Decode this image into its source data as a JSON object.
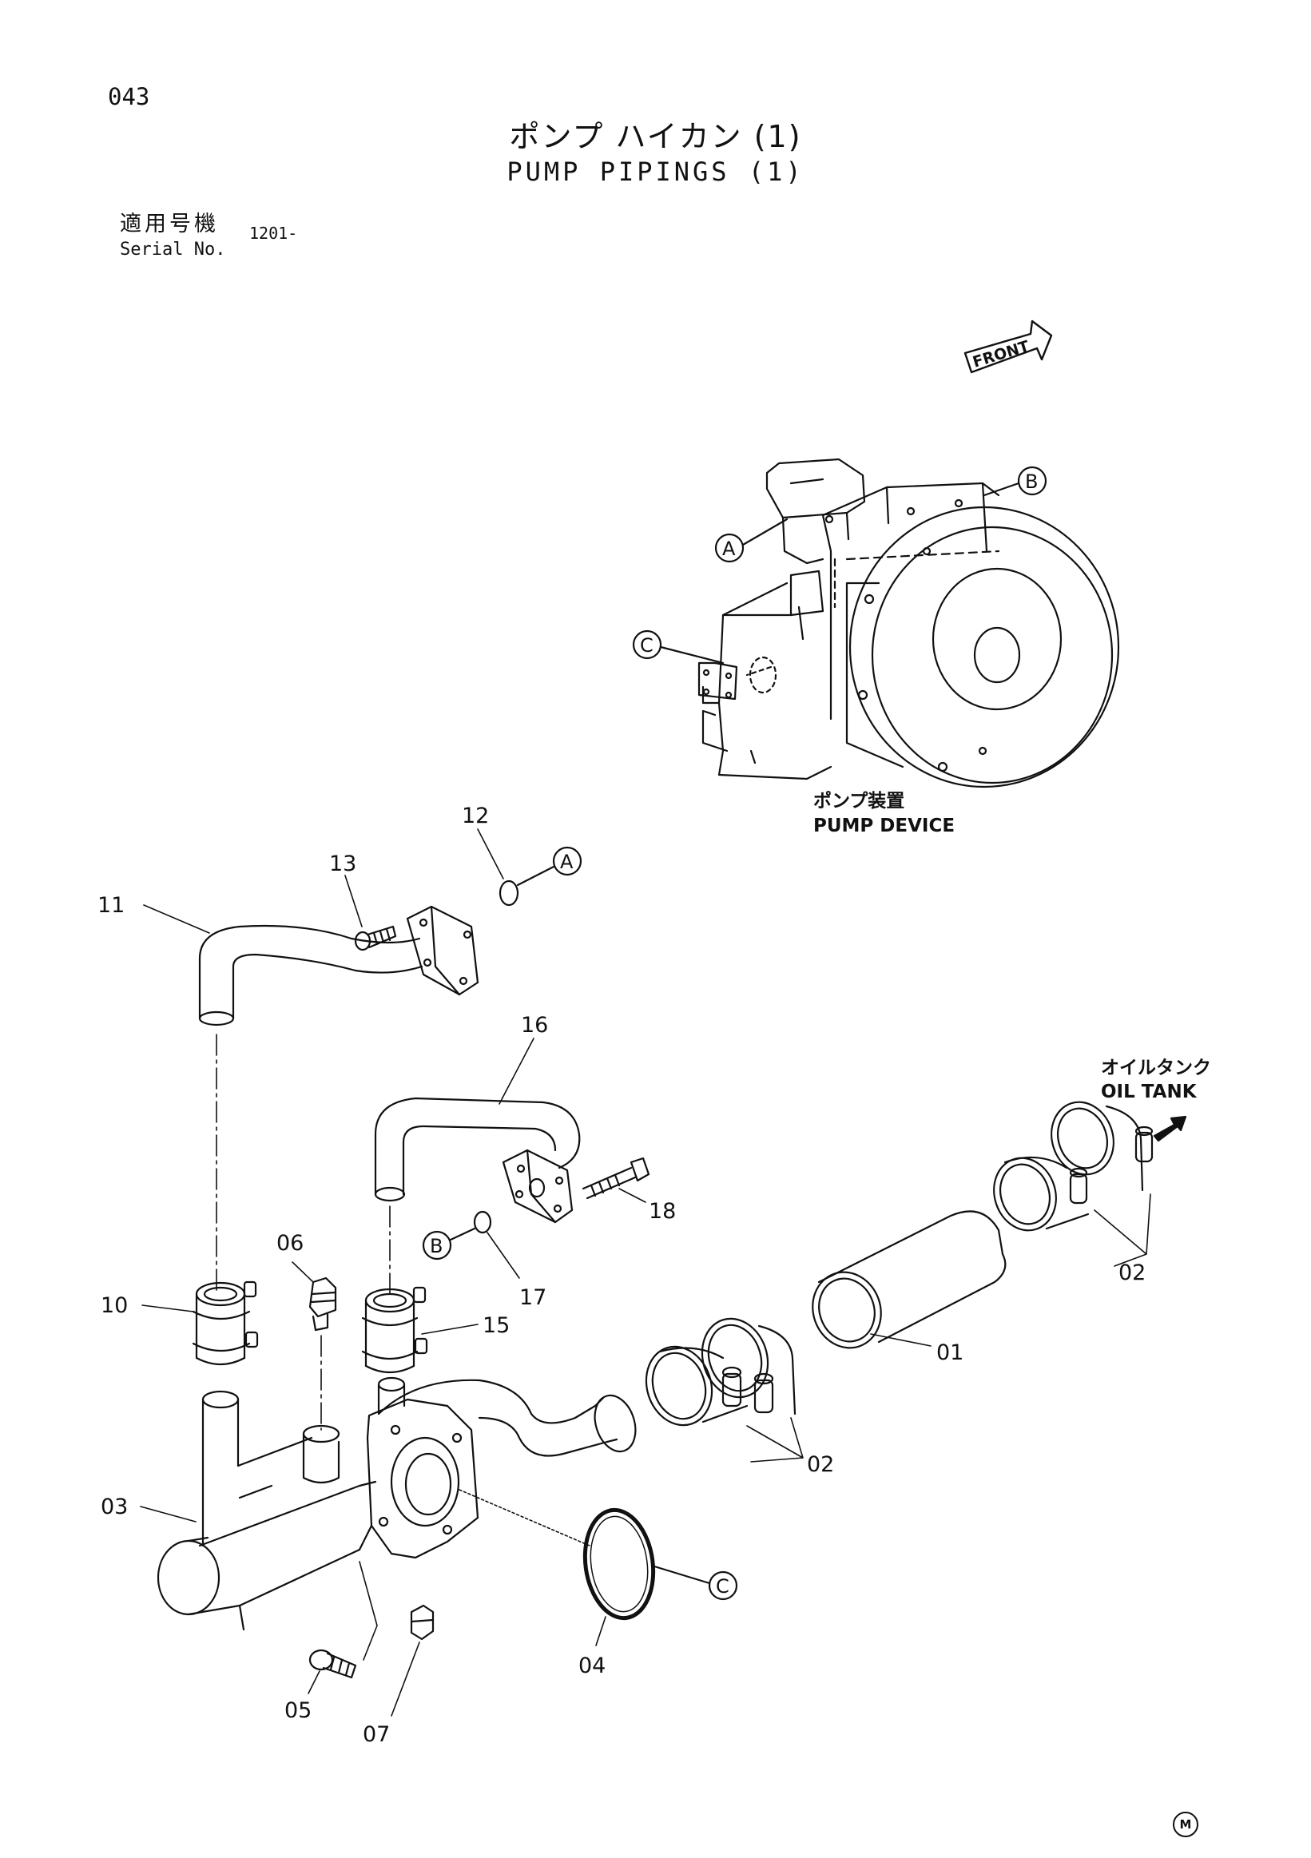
{
  "header": {
    "page_number": "043",
    "title_jp": "ポンプ ハイカン (1)",
    "title_en": "PUMP PIPINGS (1)"
  },
  "serial": {
    "label_jp": "適用号機",
    "label_en": "Serial No.",
    "value": "1201-"
  },
  "front_label": "FRONT",
  "pump_device": {
    "label_jp": "ポンプ装置",
    "label_en": "PUMP DEVICE"
  },
  "oil_tank": {
    "label_jp": "オイルタンク",
    "label_en": "OIL TANK"
  },
  "refs": {
    "a": "A",
    "b": "B",
    "c": "C"
  },
  "parts": {
    "p01": "01",
    "p02": "02",
    "p03": "03",
    "p04": "04",
    "p05": "05",
    "p06": "06",
    "p07": "07",
    "p10": "10",
    "p11": "11",
    "p12": "12",
    "p13": "13",
    "p15": "15",
    "p16": "16",
    "p17": "17",
    "p18": "18"
  },
  "footer_mark": "M",
  "colors": {
    "ink": "#111111",
    "paper": "#ffffff"
  }
}
